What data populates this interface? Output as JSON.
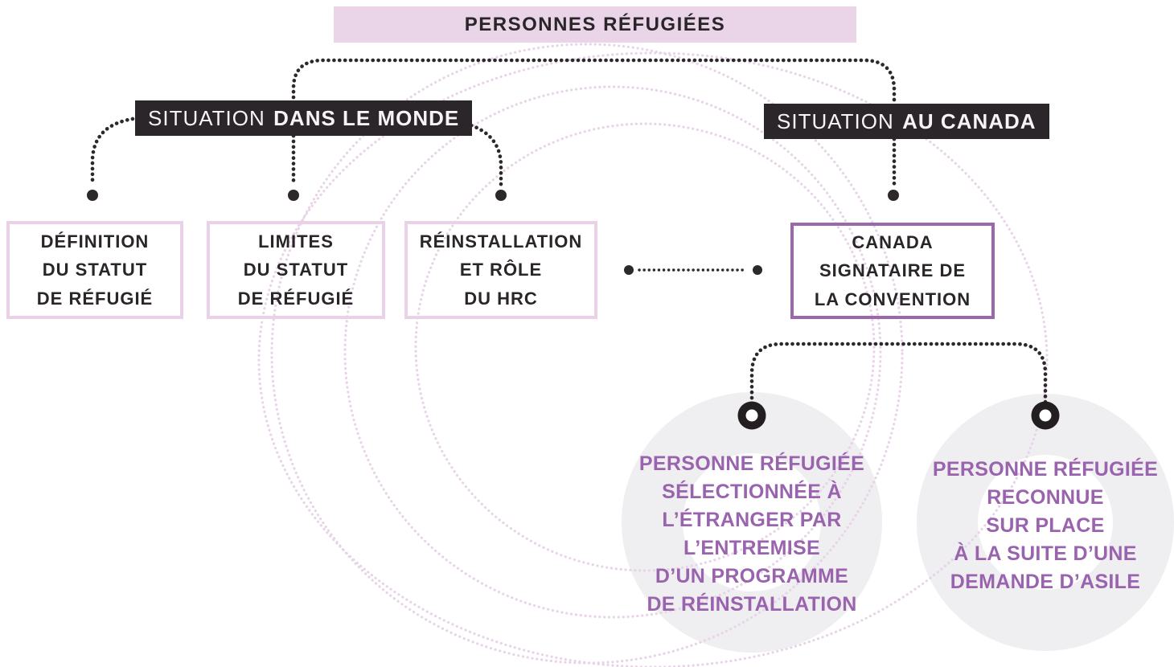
{
  "palette": {
    "ink": "#2a2528",
    "label_bg": "#2b2629",
    "label_fg": "#f7f4f7",
    "pink_fill": "#e9d4e8",
    "pink_border": "#e9d2e7",
    "purple_border": "#9a68ab",
    "purple_text": "#9a63ae",
    "circle_fill": "#efeef0",
    "arc_pink": "#e8d4e8",
    "wire_dark": "#2d282b",
    "pin_dark": "#231f20"
  },
  "root": {
    "title": "PERSONNES RÉFUGIÉES"
  },
  "branches": {
    "world": {
      "prefix": "SITUATION",
      "name": "DANS LE MONDE"
    },
    "canada": {
      "prefix": "SITUATION",
      "name": "AU CANADA"
    }
  },
  "topics": [
    {
      "id": "definition",
      "text": "DÉFINITION\nDU STATUT\nDE RÉFUGIÉ"
    },
    {
      "id": "limites",
      "text": "LIMITES\nDU STATUT\nDE RÉFUGIÉ"
    },
    {
      "id": "reinstallation",
      "text": "RÉINSTALLATION\nET RÔLE\nDU HRC"
    },
    {
      "id": "canada-signataire",
      "text": "CANADA\nSIGNATAIRE DE\nLA CONVENTION"
    }
  ],
  "outcomes": [
    {
      "id": "selectionnee",
      "text": "PERSONNE RÉFUGIÉE\nSÉLECTIONNÉE À\nL’ÉTRANGER PAR\nL’ENTREMISE\nD’UN PROGRAMME\nDE RÉINSTALLATION"
    },
    {
      "id": "reconnue",
      "text": "PERSONNE RÉFUGIÉE\nRECONNUE\nSUR PLACE\nÀ LA SUITE D’UNE\nDEMANDE D’ASILE"
    }
  ]
}
